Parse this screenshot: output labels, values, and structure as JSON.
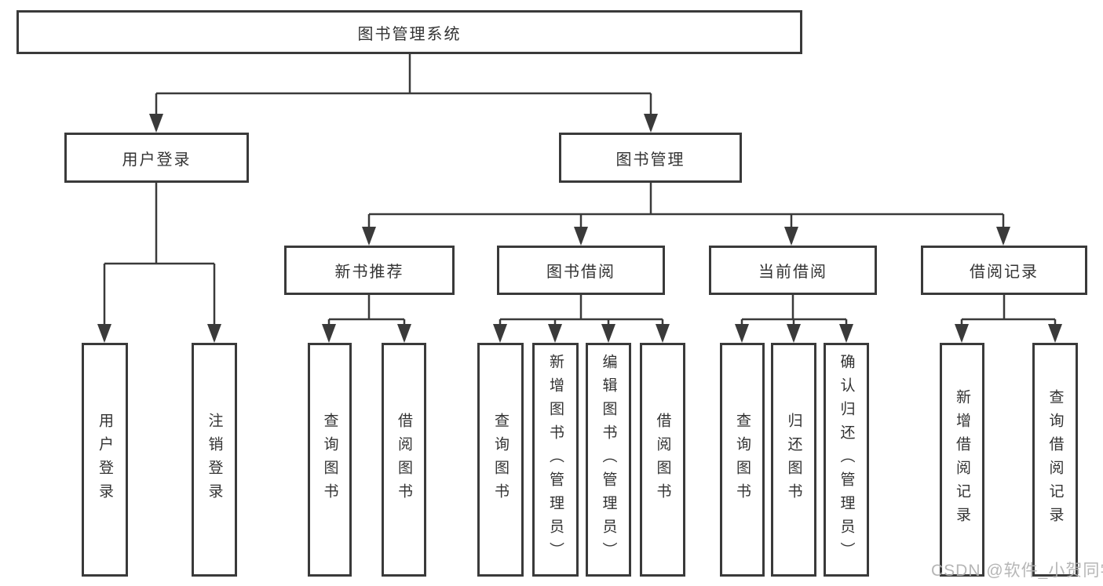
{
  "tree": {
    "root": {
      "label": "图书管理系统",
      "children": [
        {
          "label": "用户登录",
          "children": [
            {
              "label": "用户登录"
            },
            {
              "label": "注销登录"
            }
          ]
        },
        {
          "label": "图书管理",
          "children": [
            {
              "label": "新书推荐",
              "children": [
                {
                  "label": "查询图书"
                },
                {
                  "label": "借阅图书"
                }
              ]
            },
            {
              "label": "图书借阅",
              "children": [
                {
                  "label": "查询图书"
                },
                {
                  "label": "新增图书（管理员）"
                },
                {
                  "label": "编辑图书（管理员）"
                },
                {
                  "label": "借阅图书"
                }
              ]
            },
            {
              "label": "当前借阅",
              "children": [
                {
                  "label": "查询图书"
                },
                {
                  "label": "归还图书"
                },
                {
                  "label": "确认归还（管理员）"
                }
              ]
            },
            {
              "label": "借阅记录",
              "children": [
                {
                  "label": "新增借阅记录"
                },
                {
                  "label": "查询借阅记录"
                }
              ]
            }
          ]
        }
      ]
    }
  },
  "watermark": {
    "text": "CSDN @软件_小贺同学"
  },
  "colors": {
    "line": "#3a3a3a",
    "text": "#333333",
    "background": "#ffffff",
    "watermark": "#b0b0b0"
  }
}
